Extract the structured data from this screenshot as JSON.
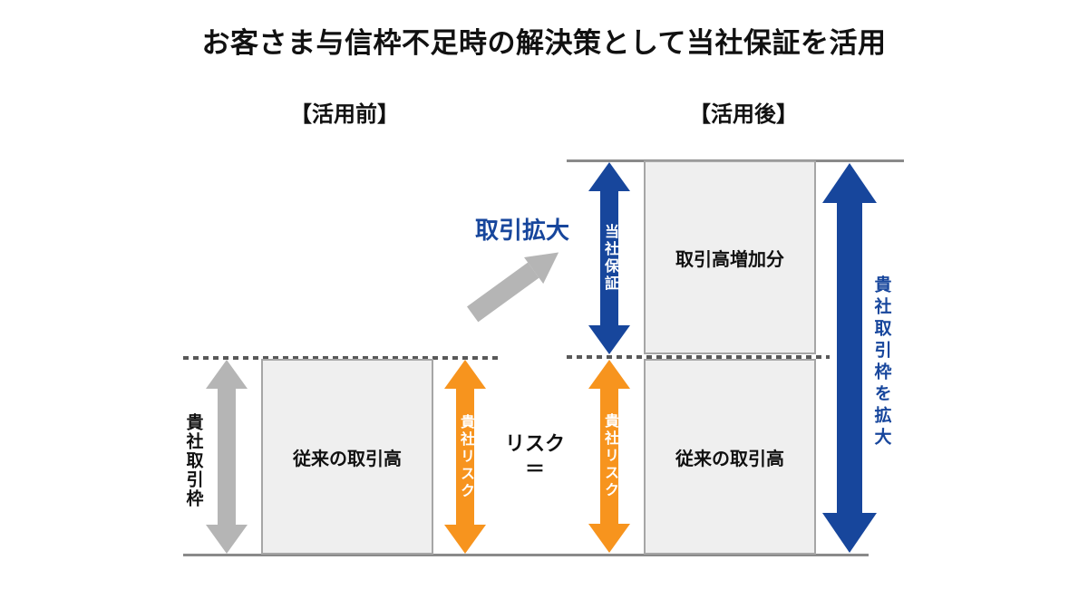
{
  "title": "お客さま与信枠不足時の解決策として当社保証を活用",
  "colors": {
    "blue": "#17469c",
    "orange": "#f7941e",
    "gray": "#b5b5b5",
    "box-fill": "#efefef",
    "box-border": "#a6a6a6",
    "line": "#8a8a8a",
    "dot": "#595959",
    "text": "#111111"
  },
  "before": {
    "heading": "【活用前】",
    "frame_label": "貴社取引枠",
    "sales_box_label": "従来の取引高",
    "risk_label": "貴社リスク"
  },
  "middle": {
    "expand_label": "取引拡大",
    "risk_line1": "リスク",
    "risk_line2": "＝"
  },
  "after": {
    "heading": "【活用後】",
    "guarantee_label": "当社保証",
    "increase_box_label": "取引高増加分",
    "sales_box_label": "従来の取引高",
    "risk_label": "貴社リスク",
    "frame_expand_label": "貴社取引枠を拡大"
  }
}
